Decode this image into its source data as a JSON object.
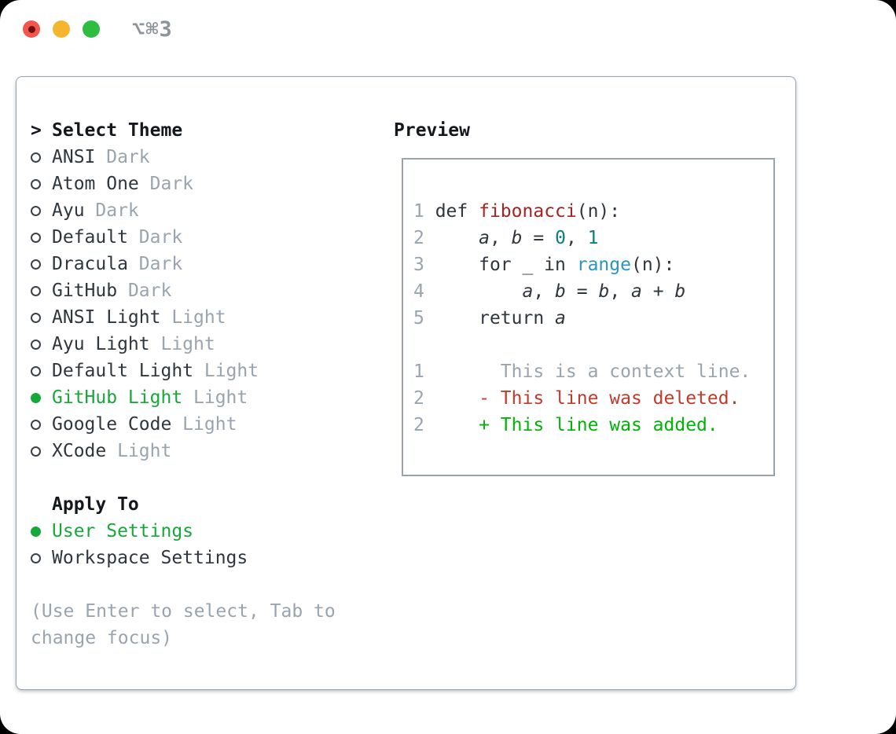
{
  "colors": {
    "ink": "#2f363d",
    "muted": "#9aa4ae",
    "border": "#9aa3ac",
    "title_gray": "#8d949c",
    "green_selected": "#17a83a",
    "green_added": "#00b307",
    "red_deleted": "#c23a2b",
    "red_function": "#a42424",
    "teal_number": "#0d7a84",
    "blue_builtin": "#2a95c5",
    "light_red": "#f4564d",
    "light_red_dot": "#6e100c",
    "light_yellow": "#f5b52e",
    "light_green": "#2dbe41"
  },
  "window": {
    "title": "⌥⌘3"
  },
  "select_theme": {
    "header_marker": ">",
    "header": "Select Theme",
    "themes": [
      {
        "name": "ANSI",
        "variant": "Dark",
        "selected": false
      },
      {
        "name": "Atom One",
        "variant": "Dark",
        "selected": false
      },
      {
        "name": "Ayu",
        "variant": "Dark",
        "selected": false
      },
      {
        "name": "Default",
        "variant": "Dark",
        "selected": false
      },
      {
        "name": "Dracula",
        "variant": "Dark",
        "selected": false
      },
      {
        "name": "GitHub",
        "variant": "Dark",
        "selected": false
      },
      {
        "name": "ANSI Light",
        "variant": "Light",
        "selected": false
      },
      {
        "name": "Ayu Light",
        "variant": "Light",
        "selected": false
      },
      {
        "name": "Default Light",
        "variant": "Light",
        "selected": false
      },
      {
        "name": "GitHub Light",
        "variant": "Light",
        "selected": true
      },
      {
        "name": "Google Code",
        "variant": "Light",
        "selected": false
      },
      {
        "name": "XCode",
        "variant": "Light",
        "selected": false
      }
    ],
    "apply": {
      "header": "Apply To",
      "options": [
        {
          "label": "User Settings",
          "selected": true
        },
        {
          "label": "Workspace Settings",
          "selected": false
        }
      ]
    },
    "hint_lines": [
      "(Use Enter to select, Tab to",
      "change focus)"
    ]
  },
  "preview": {
    "header": "Preview",
    "lines": [
      [
        [
          "ln",
          "1"
        ],
        [
          "pl",
          " def "
        ],
        [
          "fn",
          "fibonacci"
        ],
        [
          "pl",
          "(n):"
        ]
      ],
      [
        [
          "ln",
          "2"
        ],
        [
          "pl",
          "     "
        ],
        [
          "var",
          "a"
        ],
        [
          "pl",
          ", "
        ],
        [
          "var",
          "b"
        ],
        [
          "pl",
          " = "
        ],
        [
          "num",
          "0"
        ],
        [
          "pl",
          ", "
        ],
        [
          "num",
          "1"
        ]
      ],
      [
        [
          "ln",
          "3"
        ],
        [
          "pl",
          "     for _ in "
        ],
        [
          "bi",
          "range"
        ],
        [
          "pl",
          "(n):"
        ]
      ],
      [
        [
          "ln",
          "4"
        ],
        [
          "pl",
          "         "
        ],
        [
          "var",
          "a"
        ],
        [
          "pl",
          ", "
        ],
        [
          "var",
          "b"
        ],
        [
          "pl",
          " = "
        ],
        [
          "var",
          "b"
        ],
        [
          "pl",
          ", "
        ],
        [
          "var",
          "a"
        ],
        [
          "pl",
          " + "
        ],
        [
          "var",
          "b"
        ]
      ],
      [
        [
          "ln",
          "5"
        ],
        [
          "pl",
          "     return "
        ],
        [
          "var",
          "a"
        ]
      ],
      [],
      [
        [
          "ln",
          "1"
        ],
        [
          "ctx",
          "       This is a context line."
        ]
      ],
      [
        [
          "ln",
          "2"
        ],
        [
          "del",
          "     - This line was deleted."
        ]
      ],
      [
        [
          "ln",
          "2"
        ],
        [
          "add",
          "     + This line was added."
        ]
      ]
    ]
  }
}
